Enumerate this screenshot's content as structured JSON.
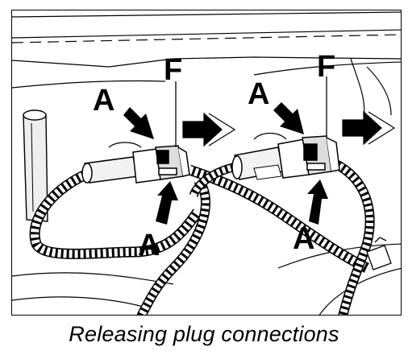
{
  "caption": "Releasing plug connections",
  "callouts": {
    "left": {
      "top_a": "A",
      "bottom_a": "A",
      "f": "F"
    },
    "right": {
      "top_a": "A",
      "bottom_a": "A",
      "f": "F"
    }
  },
  "colors": {
    "ink": "#000000",
    "paper": "#ffffff",
    "shade": "#e8e8e8"
  }
}
